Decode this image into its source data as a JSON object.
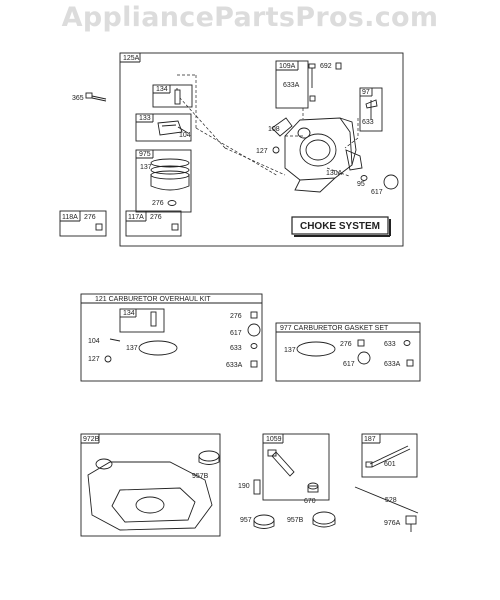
{
  "watermark": "AppliancePartsPros.com",
  "groups": {
    "top_box": "125A",
    "box_134": "134",
    "box_133": "133",
    "box_975": "975",
    "box_109a": "109A",
    "box_97": "97",
    "box_118a": "118A",
    "box_117a": "117A",
    "overhaul_kit": "121 CARBURETOR OVERHAUL KIT",
    "overhaul_inner": "134",
    "gasket_set": "977 CARBURETOR GASKET SET",
    "box_972b": "972B",
    "box_1059": "1059",
    "box_187": "187"
  },
  "choke_label": "CHOKE SYSTEM",
  "labels": {
    "p365": "365",
    "p104a": "104",
    "p137a": "137",
    "p276a": "276",
    "p108": "108",
    "p127a": "127",
    "p692": "692",
    "p633a_top": "633A",
    "p633_top": "633",
    "p130a": "130A",
    "p95": "95",
    "p617a": "617",
    "p276_118": "276",
    "p276_117": "276",
    "p276_kit": "276",
    "p617_kit": "617",
    "p633_kit": "633",
    "p633a_kit": "633A",
    "p104_kit": "104",
    "p137_kit": "137",
    "p127_kit": "127",
    "p137_gs": "137",
    "p276_gs": "276",
    "p633_gs": "633",
    "p617_gs": "617",
    "p633a_gs": "633A",
    "p957b_a": "957B",
    "p190": "190",
    "p670": "670",
    "p957": "957",
    "p957b_b": "957B",
    "p601": "601",
    "p528": "528",
    "p976a": "976A"
  }
}
